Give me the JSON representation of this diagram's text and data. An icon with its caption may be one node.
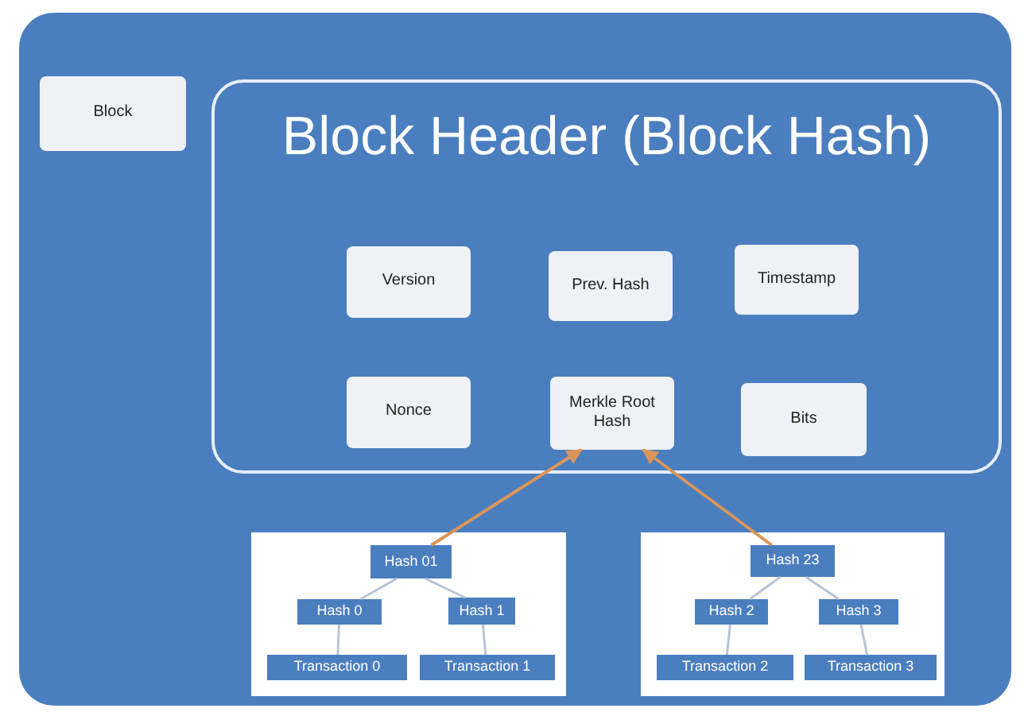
{
  "diagram": {
    "nodes": [
      {
        "text": [],
        "shape": "box"
      },
      {
        "text": [
          "Block"
        ],
        "in": 0
      },
      {
        "text": [
          "Block Header (Block Hash)"
        ],
        "in": 0
      },
      {
        "text": [
          "Version"
        ],
        "in": 2
      },
      {
        "text": [
          "Prev. Hash"
        ],
        "in": 2
      },
      {
        "text": [
          "Timestamp"
        ],
        "in": 2
      },
      {
        "text": [
          "Nonce"
        ],
        "in": 2
      },
      {
        "text": [
          "Merkle Root Hash"
        ],
        "in": 2
      },
      {
        "text": [
          "Bits"
        ],
        "in": 2
      },
      {
        "text": [],
        "shape": "box",
        "in": 0
      },
      {
        "text": [
          "Hash 01"
        ],
        "in": 9
      },
      {
        "text": [
          "Hash 0"
        ],
        "in": 9
      },
      {
        "text": [
          "Hash 1"
        ],
        "in": 9
      },
      {
        "text": [
          "Transaction 0"
        ],
        "in": 9
      },
      {
        "text": [
          "Transaction 1"
        ],
        "in": 9
      },
      {
        "text": [],
        "shape": "box",
        "in": 0
      },
      {
        "text": [
          "Hash 23"
        ],
        "in": 15
      },
      {
        "text": [
          "Hash 2"
        ],
        "in": 15
      },
      {
        "text": [
          "Hash 3"
        ],
        "in": 15
      },
      {
        "text": [
          "Transaction 2"
        ],
        "in": 15
      },
      {
        "text": [
          "Transaction 3"
        ],
        "in": 15
      }
    ],
    "edges": [
      {
        "from": 10,
        "to": 7,
        "arrow": "to",
        "color": "#d9955a"
      },
      {
        "from": 16,
        "to": 7,
        "arrow": "to",
        "color": "#d9955a"
      },
      {
        "from": 11,
        "to": 10,
        "arrow": "none"
      },
      {
        "from": 12,
        "to": 10,
        "arrow": "none"
      },
      {
        "from": 13,
        "to": 11,
        "arrow": "none"
      },
      {
        "from": 14,
        "to": 12,
        "arrow": "none"
      },
      {
        "from": 17,
        "to": 16,
        "arrow": "none"
      },
      {
        "from": 18,
        "to": 16,
        "arrow": "none"
      },
      {
        "from": 19,
        "to": 17,
        "arrow": "none"
      },
      {
        "from": 20,
        "to": 18,
        "arrow": "none"
      }
    ]
  }
}
